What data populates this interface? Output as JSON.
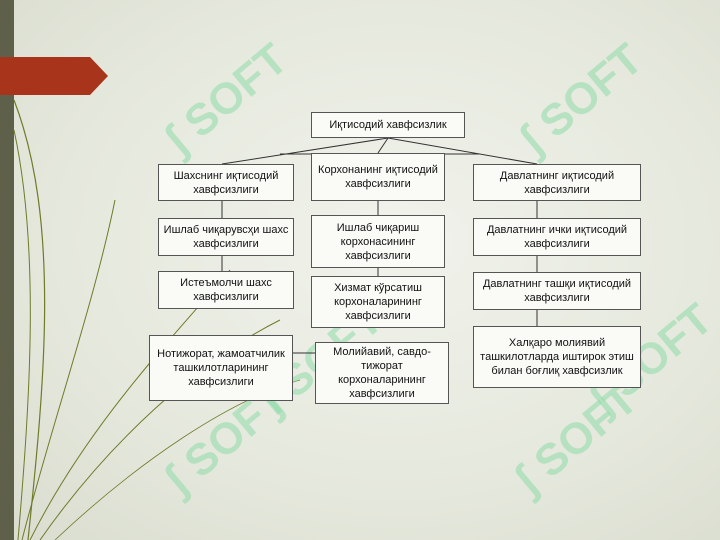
{
  "diagram": {
    "root": "Иқтисодий хавфсизлик",
    "col1": [
      "Шахснинг иқтисодий хавфсизлиги",
      "Ишлаб чиқарувсҳи шахс хавфсизлиги",
      "Истеъмолчи шахс хавфсизлиги",
      "Нотижорат, жамоатчилик ташкилотларининг хавфсизлиги"
    ],
    "col2": [
      "Корхонанинг иқтисодий хавфсизлиги",
      "Ишлаб чиқариш корхонасининг хавфсизлиги",
      "Хизмат кўрсатиш корхоналарининг хавфсизлиги",
      "Молийавий, савдо-тижорат корхоналарининг хавфсизлиги"
    ],
    "col3": [
      "Давлатнинг иқтисодий хавфсизлиги",
      "Давлатнинг ички иқтисодий хавфсизлиги",
      "Давлатнинг ташқи иқтисодий хавфсизлиги",
      "Халқаро молиявий ташкилотларда иштирок этиш билан боғлиқ хавфсизлик"
    ]
  },
  "watermark": {
    "text": "SOFT",
    "color": "#8fdcaa"
  },
  "colors": {
    "accent": "#a8341c",
    "sidebar": "#5f6049",
    "deco_lines": "#6f7a2a"
  }
}
